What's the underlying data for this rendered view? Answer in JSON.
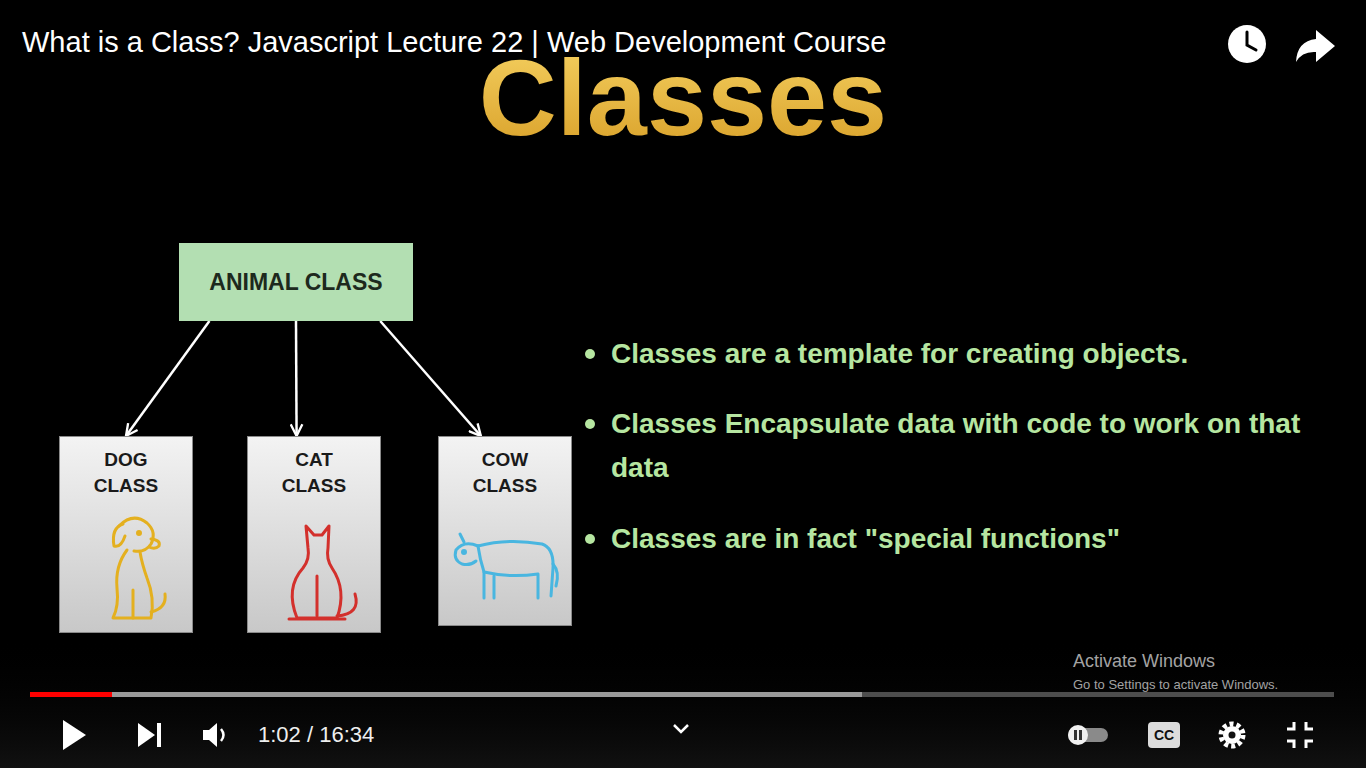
{
  "diagram": {
    "title": "Classes",
    "nodes": [
      {
        "text": [
          "ANIMAL CLASS"
        ]
      },
      {
        "text": [
          "DOG CLASS"
        ]
      },
      {
        "text": [
          "CAT CLASS"
        ]
      },
      {
        "text": [
          "COW CLASS"
        ]
      }
    ],
    "edges": [
      {
        "from": 0,
        "to": 1,
        "arrow": "to"
      },
      {
        "from": 0,
        "to": 2,
        "arrow": "to"
      },
      {
        "from": 0,
        "to": 3,
        "arrow": "to"
      }
    ],
    "labels": [
      "What is a Class? Javascript Lecture 22 | Web Development Course",
      "Classes are a template for creating objects.",
      "Classes Encapsulate data with code to work on that data",
      "Classes are in fact \"special functions\"",
      "Activate Windows",
      "Go to Settings to activate Windows.",
      "1:02 / 16:34",
      "CC"
    ]
  }
}
